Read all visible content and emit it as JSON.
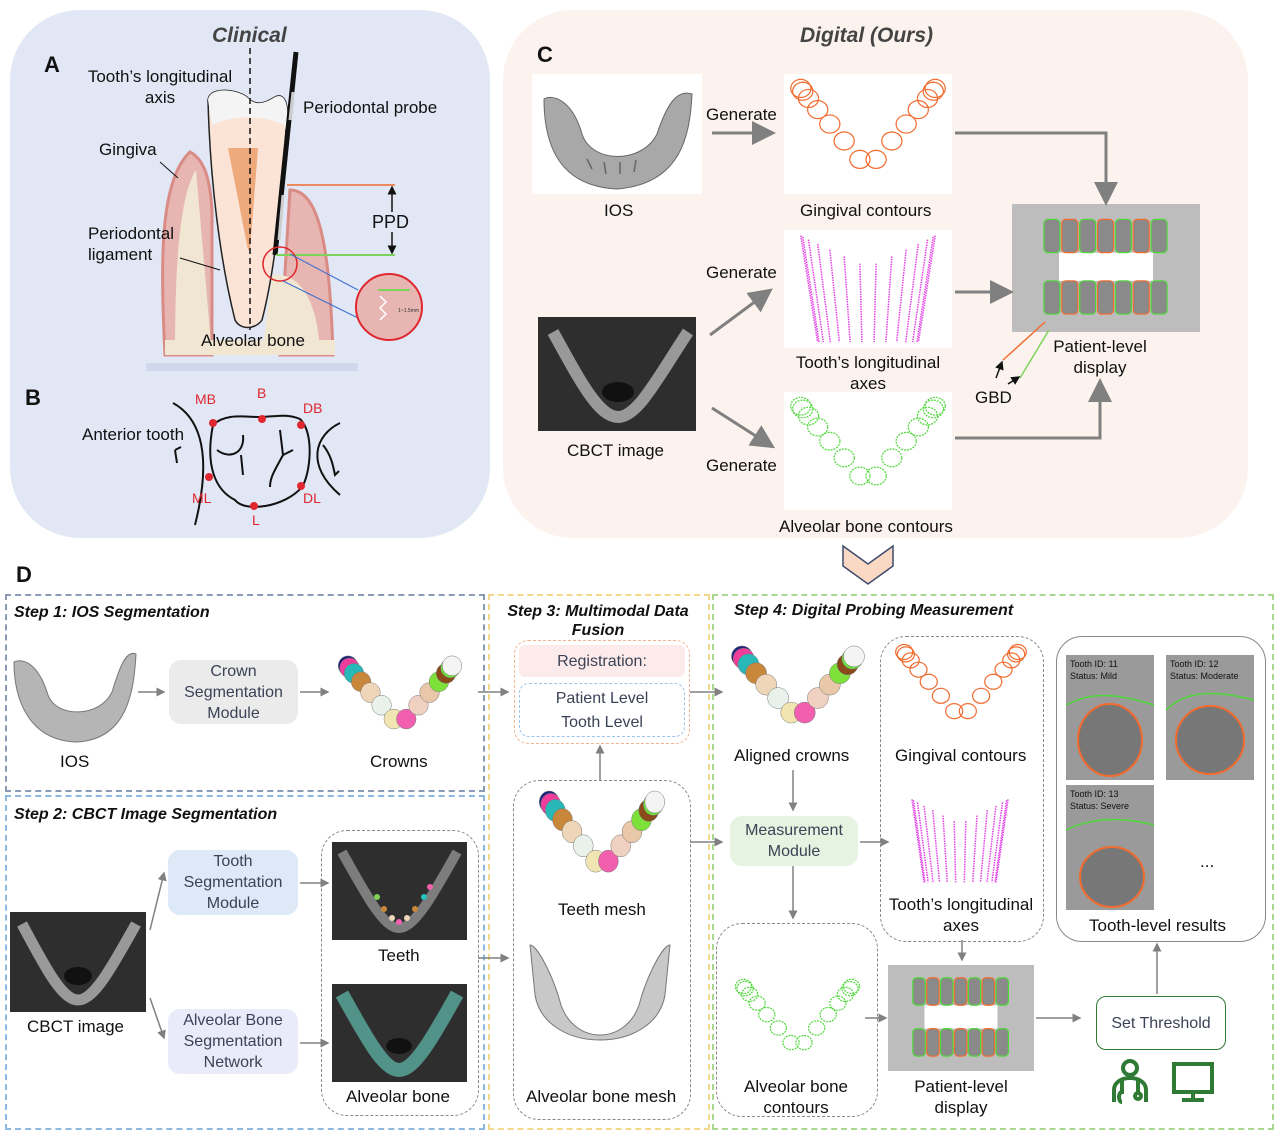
{
  "panel_a": {
    "section_title": "Clinical",
    "label": "A",
    "axis_label": "Tooth’s longitudinal axis",
    "probe_label": "Periodontal probe",
    "gingiva_label": "Gingiva",
    "ppd_label": "PPD",
    "ligament_label": "Periodontal ligament",
    "bone_label": "Alveolar bone",
    "inset_measure": "1~1.5mm"
  },
  "panel_b": {
    "label": "B",
    "tooth_label": "Anterior tooth",
    "sites": [
      "MB",
      "B",
      "DB",
      "ML",
      "L",
      "DL"
    ]
  },
  "panel_c": {
    "section_title": "Digital (Ours)",
    "label": "C",
    "ios_label": "IOS",
    "cbct_label": "CBCT image",
    "generate_label": "Generate",
    "gingival_label": "Gingival contours",
    "axes_label": "Tooth’s longitudinal axes",
    "bone_contours_label": "Alveolar bone contours",
    "display_label": "Patient-level display",
    "gbd_label": "GBD"
  },
  "panel_d": {
    "label": "D",
    "step1": {
      "title": "Step 1: IOS Segmentation",
      "input_label": "IOS",
      "module_label": "Crown Segmentation Module",
      "output_label": "Crowns"
    },
    "step2": {
      "title": "Step 2: CBCT Image Segmentation",
      "input_label": "CBCT image",
      "tooth_module_label": "Tooth Segmentation Module",
      "bone_module_label": "Alveolar Bone Segmentation Network",
      "teeth_label": "Teeth",
      "bone_label": "Alveolar bone"
    },
    "step3": {
      "title": "Step 3: Multimodal Data Fusion",
      "registration_label": "Registration:",
      "levels": [
        "Patient Level",
        "Tooth Level"
      ],
      "teeth_mesh_label": "Teeth mesh",
      "bone_mesh_label": "Alveolar bone mesh"
    },
    "step4": {
      "title": "Step 4: Digital Probing Measurement",
      "aligned_label": "Aligned crowns",
      "module_label": "Measurement Module",
      "gingival_label": "Gingival contours",
      "axes_label": "Tooth’s longitudinal axes",
      "bone_contours_label": "Alveolar bone contours",
      "display_label": "Patient-level display",
      "threshold_label": "Set Threshold",
      "results_label": "Tooth-level results",
      "ellipsis": "...",
      "results": [
        {
          "id_text": "Tooth ID: 11",
          "status_text": "Status: Mild"
        },
        {
          "id_text": "Tooth ID: 12",
          "status_text": "Status: Moderate"
        },
        {
          "id_text": "Tooth ID: 13",
          "status_text": "Status: Severe"
        }
      ]
    }
  },
  "colors": {
    "gingival": "#f26b2f",
    "bone": "#4fd93a",
    "axes": "#e43fe8",
    "clinical_bg": "#e1e7f4",
    "digital_bg": "#fcf3ee",
    "step1_border": "#8a9bb8",
    "step2_border": "#8db8e0",
    "step3_border": "#f3d98a",
    "step4_border": "#a9d98f",
    "clinician_icon": "#2f7a34"
  }
}
